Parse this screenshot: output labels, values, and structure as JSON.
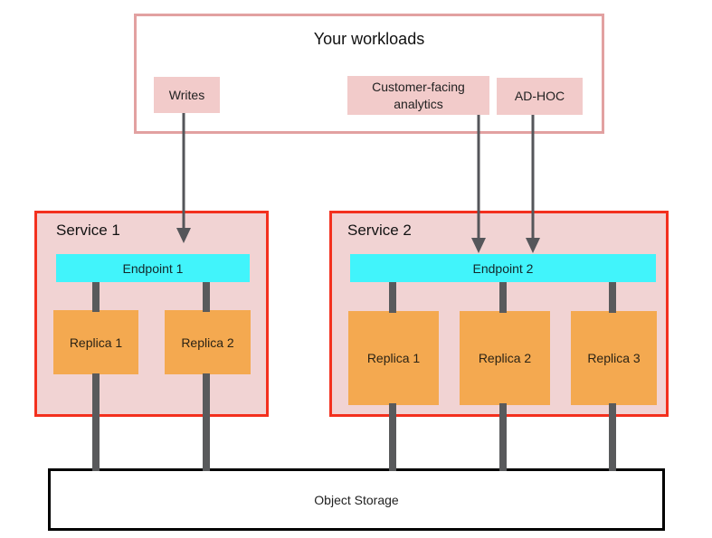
{
  "diagram": {
    "workloads": {
      "title": "Your workloads",
      "items": [
        {
          "label": "Writes"
        },
        {
          "label": "Customer-facing analytics"
        },
        {
          "label": "AD-HOC"
        }
      ]
    },
    "services": [
      {
        "title": "Service 1",
        "endpoint": "Endpoint 1",
        "replicas": [
          "Replica 1",
          "Replica 2"
        ]
      },
      {
        "title": "Service 2",
        "endpoint": "Endpoint 2",
        "replicas": [
          "Replica 1",
          "Replica 2",
          "Replica 3"
        ]
      }
    ],
    "storage": {
      "label": "Object Storage"
    },
    "colors": {
      "workloads_border": "#e2a1a1",
      "workload_item_bg": "#f2cbca",
      "service_border": "#f3301e",
      "service_bg": "#f1d3d3",
      "endpoint_bg": "#41f4fb",
      "replica_bg": "#f4a950",
      "connector": "#595a5c",
      "arrow": "#55565a",
      "storage_border": "#000000"
    }
  }
}
